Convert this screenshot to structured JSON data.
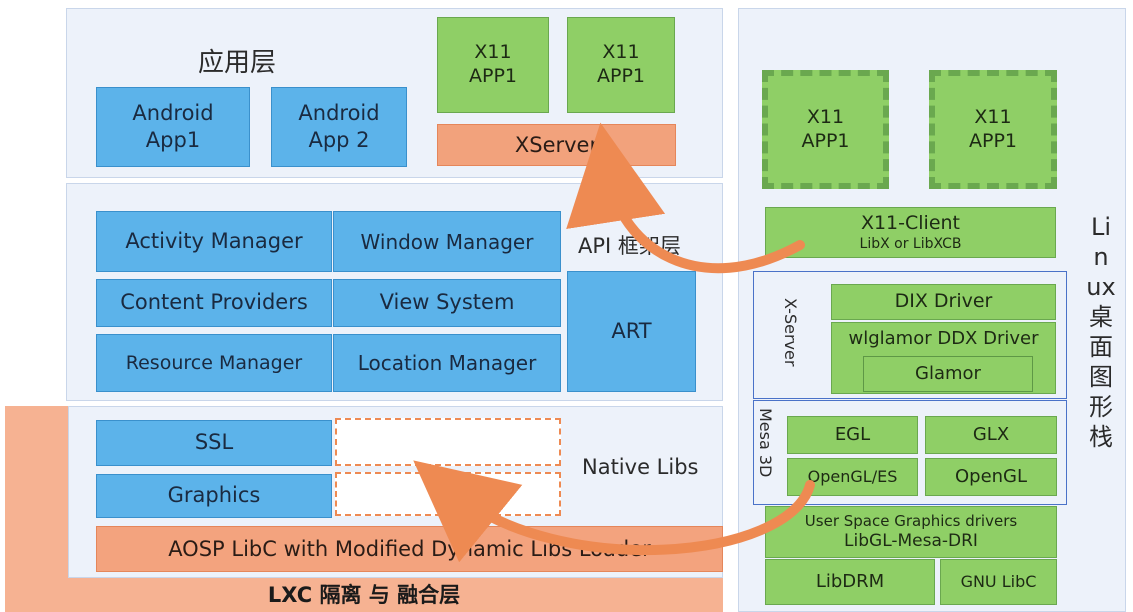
{
  "android_stack": {
    "app_layer": {
      "title": "应用层",
      "apps": [
        {
          "line1": "Android",
          "line2": "App1"
        },
        {
          "line1": "Android",
          "line2": "App 2"
        }
      ],
      "x11_apps": [
        {
          "line1": "X11",
          "line2": "APP1"
        },
        {
          "line1": "X11",
          "line2": "APP1"
        }
      ],
      "xserver": "XServer"
    },
    "api_layer": {
      "title": "API 框架层",
      "managers": [
        "Activity Manager",
        "Window Manager",
        "Content Providers",
        "View System",
        "Resource Manager",
        "Location Manager"
      ],
      "art": "ART"
    },
    "native_layer": {
      "title": "Native Libs",
      "libs": [
        "SSL",
        "Graphics"
      ],
      "libc": "AOSP LibC with Modified Dynamic Libs Loader"
    },
    "lxc_label": "LXC 隔离 与 融合层"
  },
  "linux_stack": {
    "side_title": "Linux桌面图形栈",
    "x11_apps": [
      {
        "line1": "X11",
        "line2": "APP1"
      },
      {
        "line1": "X11",
        "line2": "APP1"
      }
    ],
    "x11_client": {
      "line1": "X11-Client",
      "line2": "LibX  or LibXCB"
    },
    "x_server": {
      "label": "X-Server",
      "dix": "DIX Driver",
      "ddx": "wlglamor DDX Driver",
      "glamor": "Glamor"
    },
    "mesa": {
      "label": "Mesa 3D",
      "egl": "EGL",
      "glx": "GLX",
      "opengl_es": "OpenGL/ES",
      "opengl": "OpenGL"
    },
    "drivers": {
      "line1": "User Space Graphics drivers",
      "line2": "LibGL-Mesa-DRI"
    },
    "libdrm": "LibDRM",
    "gnu_libc": "GNU LibC"
  },
  "colors": {
    "android_blue": "#5cb3ea",
    "linux_green": "#8fcf66",
    "lxc_orange": "#f2a27c",
    "arrow_orange": "#ee8a52",
    "panel_bg": "#edf2fa"
  }
}
